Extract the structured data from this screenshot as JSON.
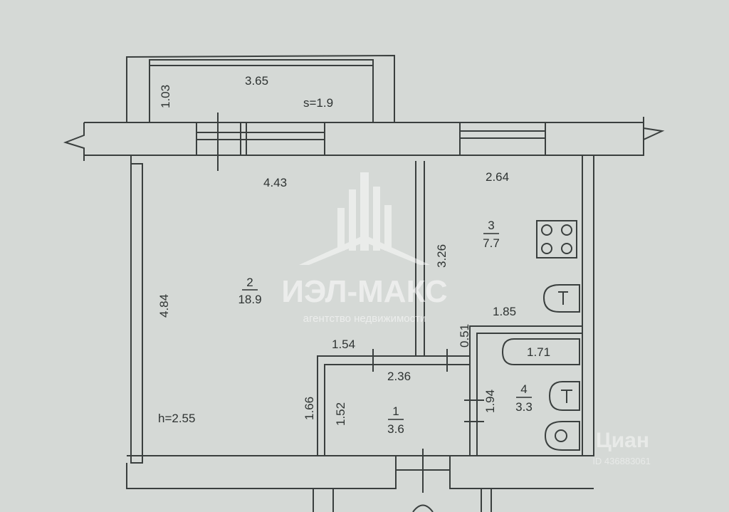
{
  "balcony": {
    "width": "3.65",
    "depth": "1.03",
    "area": "s=1.9"
  },
  "rooms": [
    {
      "number": "2",
      "area": "18.9",
      "width": "4.43",
      "length": "4.84",
      "ceiling": "h=2.55"
    },
    {
      "number": "3",
      "area": "7.7",
      "width": "2.64",
      "length": "3.26"
    },
    {
      "number": "1",
      "area": "3.6",
      "width": "2.36",
      "length": "1.52"
    },
    {
      "number": "4",
      "area": "3.3",
      "width": "1.71",
      "length": "1.94"
    }
  ],
  "extra_dims": {
    "kitchen_lower": "1.85",
    "bath_gap": "0.51",
    "hall_top": "1.54",
    "hall_left": "1.66"
  },
  "watermark": {
    "brand": "ИЭЛ-МАКС",
    "tagline": "агентство недвижимости",
    "corner_brand": "Циан",
    "corner_id": "ID 436883061"
  },
  "colors": {
    "paper": "#d5d9d6",
    "line": "#3a3f3e"
  }
}
